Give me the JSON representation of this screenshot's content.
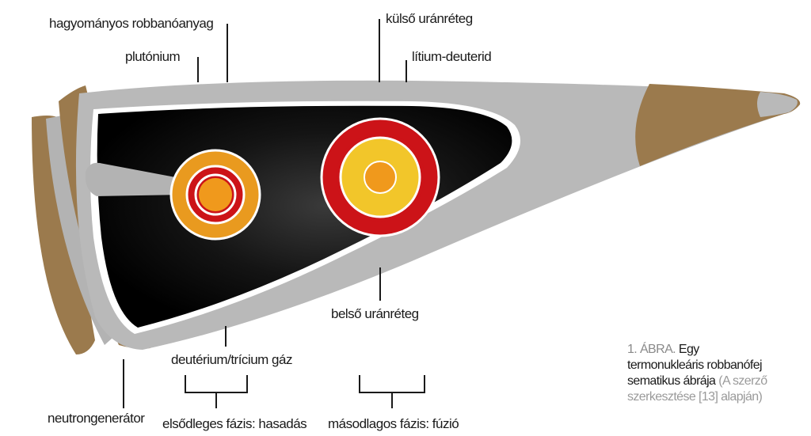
{
  "labels": {
    "conventional_explosive": "hagyományos robbanóanyag",
    "plutonium": "plutónium",
    "outer_uranium": "külső uránréteg",
    "lithium_deuteride": "lítium-deuterid",
    "inner_uranium": "belső uránréteg",
    "dt_gas": "deutérium/trícium gáz",
    "neutron_generator": "neutrongenerátor",
    "primary_stage": "elsődleges fázis: hasadás",
    "secondary_stage": "másodlagos fázis: fúzió"
  },
  "caption": {
    "number": "1. ÁBRA.",
    "line1": "Egy",
    "line2": "termonukleáris robbanófej",
    "line3": "sematikus ábrája",
    "line3_note": "(A szerző",
    "line4_note": "szerkesztése [13] alapján)"
  },
  "colors": {
    "casing": "#b9b9b9",
    "brown": "#9b7a4d",
    "interior": "#0d0d0d",
    "primary_outer": "#e99a1f",
    "red": "#cc1318",
    "secondary_inner": "#f2c62a",
    "core": "#f0991c"
  }
}
